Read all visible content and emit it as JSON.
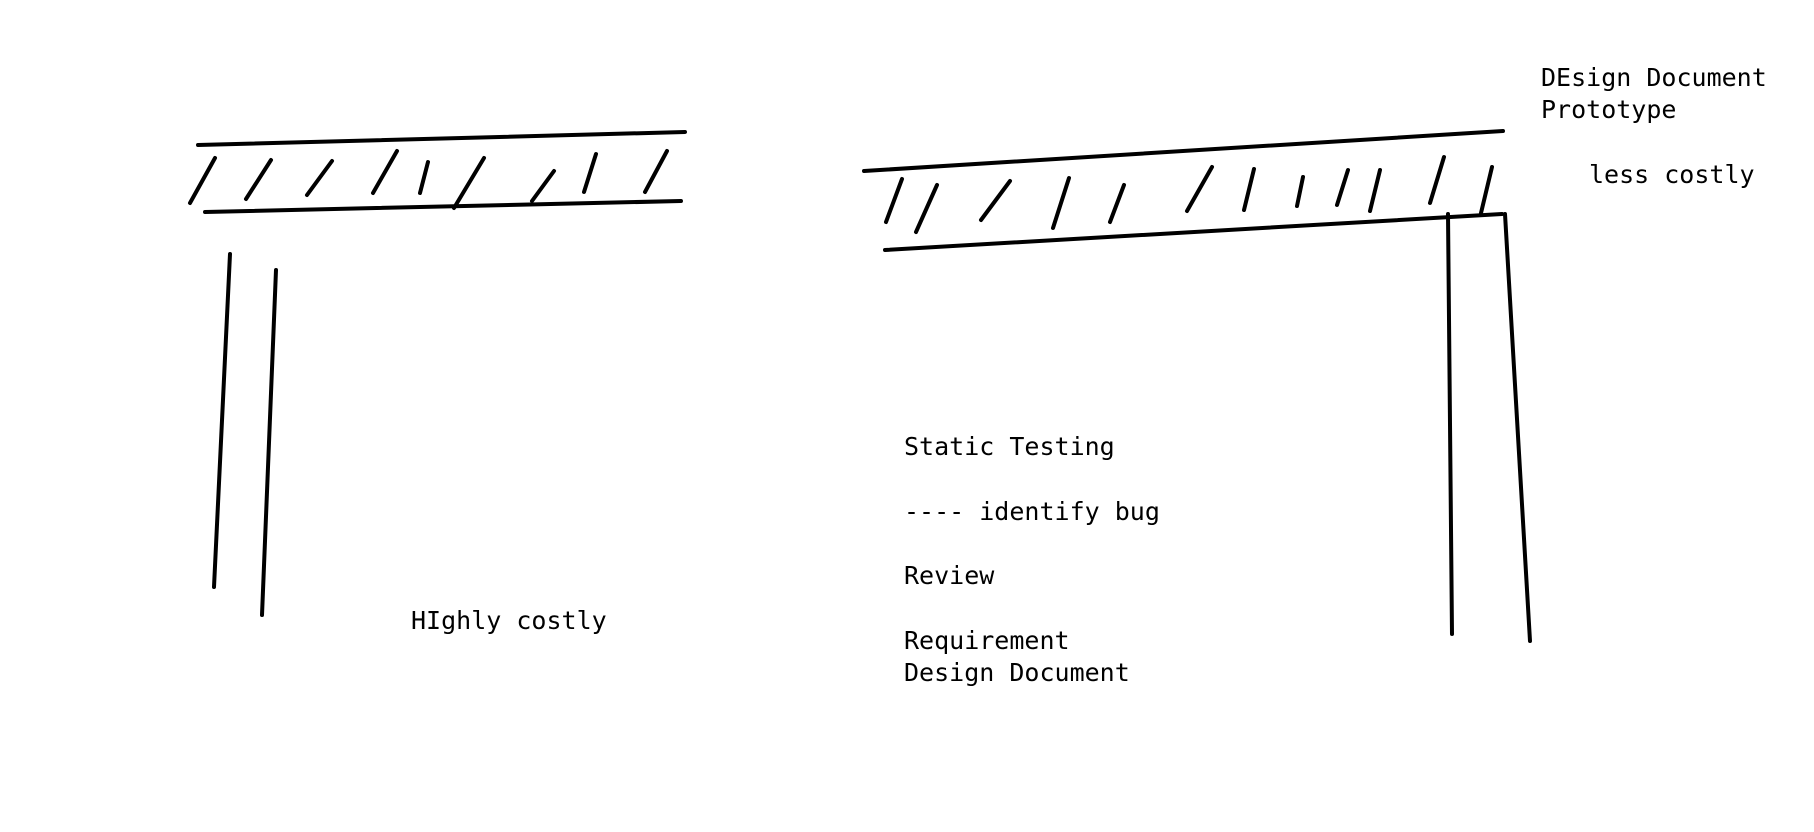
{
  "diagram": {
    "ink_color": "#000000",
    "background_color": "#ffffff",
    "labels": {
      "design_document_top": "DEsign Document",
      "prototype": "Prototype",
      "less_costly": "less costly",
      "highly_costly": "HIghly costly",
      "static_testing": "Static Testing",
      "identify_bug": "---- identify bug",
      "review": "Review",
      "requirement": "Requirement",
      "design_document_bottom": "Design Document"
    }
  }
}
